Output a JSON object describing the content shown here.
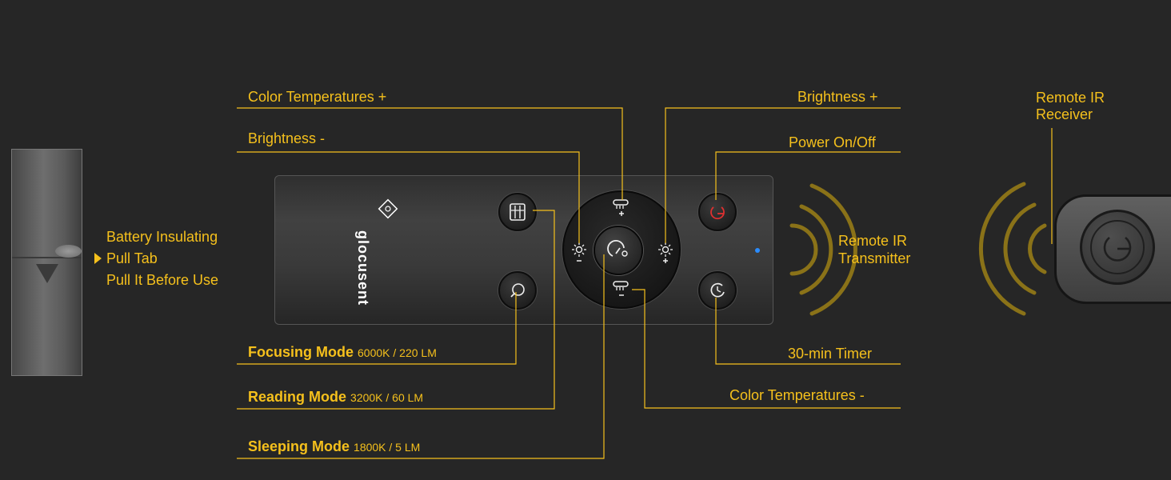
{
  "labels": {
    "battery_line1": "Battery Insulating",
    "battery_line2": "Pull Tab",
    "battery_line3": "Pull It Before Use",
    "color_temp_plus": "Color Temperatures +",
    "brightness_minus": "Brightness -",
    "brightness_plus": "Brightness +",
    "power": "Power On/Off",
    "transmitter_line1": "Remote IR",
    "transmitter_line2": "Transmitter",
    "receiver_line1": "Remote IR",
    "receiver_line2": "Receiver",
    "timer": "30-min Timer",
    "color_temp_minus": "Color Temperatures -"
  },
  "modes": {
    "focusing": {
      "name": "Focusing Mode",
      "spec": "6000K / 220 LM"
    },
    "reading": {
      "name": "Reading Mode",
      "spec": "3200K / 60 LM"
    },
    "sleeping": {
      "name": "Sleeping Mode",
      "spec": "1800K / 5 LM"
    }
  },
  "brand": "glocusent",
  "colors": {
    "accent": "#f5c01c",
    "background": "#262626",
    "power_icon": "#e03030",
    "led": "#2a8cff"
  },
  "icons": [
    "battery-tab-icon",
    "brand-logo-icon",
    "reading-mode-icon",
    "focusing-mode-icon",
    "color-temp-plus-icon",
    "color-temp-minus-icon",
    "brightness-minus-icon",
    "brightness-plus-icon",
    "sleeping-mode-icon",
    "power-icon",
    "timer-icon",
    "ir-wave-icon",
    "receiver-power-icon"
  ]
}
